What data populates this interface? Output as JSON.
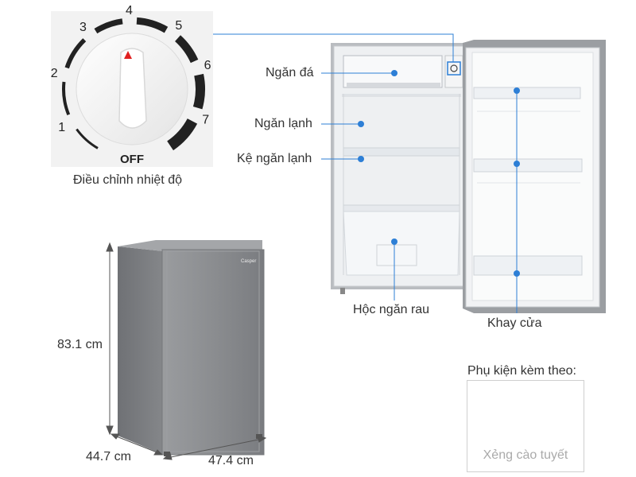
{
  "dial": {
    "numbers": [
      "1",
      "2",
      "3",
      "4",
      "5",
      "6",
      "7"
    ],
    "off_label": "OFF",
    "caption": "Điều chỉnh nhiệt độ"
  },
  "parts": {
    "ice_compartment": "Ngăn đá",
    "fridge_compartment": "Ngăn lạnh",
    "fridge_shelf": "Kệ ngăn lạnh",
    "vegetable_drawer": "Hộc ngăn rau",
    "door_tray": "Khay cửa"
  },
  "dimensions": {
    "height": "83.1 cm",
    "depth": "44.7 cm",
    "width": "47.4 cm"
  },
  "brand": "Casper",
  "accessories": {
    "title": "Phụ kiện kèm theo:",
    "item": "Xẻng cào tuyết"
  },
  "colors": {
    "marker": "#2d7fd6",
    "fridge_body": "#8a8c8f",
    "dial_indicator": "#e02020"
  }
}
